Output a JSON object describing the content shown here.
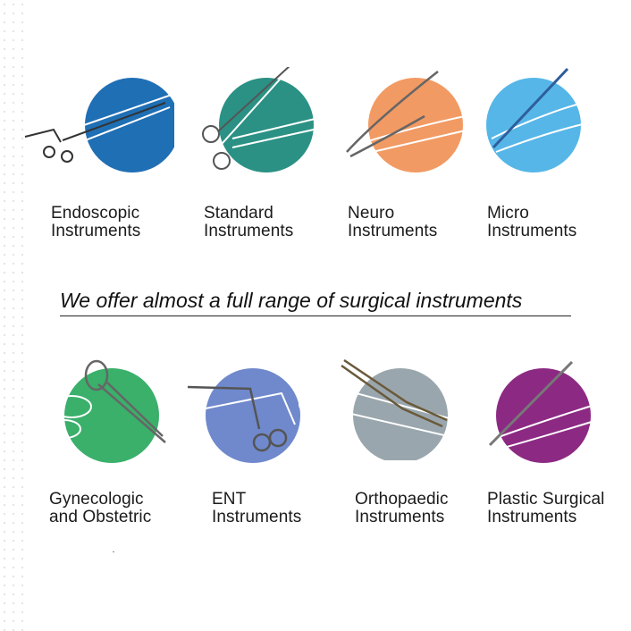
{
  "tagline": "We offer almost a full range of surgical instruments",
  "categories": [
    {
      "line1": "Endoscopic",
      "line2": "Instruments",
      "color": "#1f6fb5"
    },
    {
      "line1": "Standard",
      "line2": "Instruments",
      "color": "#2a9184"
    },
    {
      "line1": "Neuro",
      "line2": "Instruments",
      "color": "#f29a63"
    },
    {
      "line1": "Micro",
      "line2": "Instruments",
      "color": "#56b6e8"
    },
    {
      "line1": "Gynecologic",
      "line2": "and Obstetric",
      "color": "#3ab06b"
    },
    {
      "line1": "ENT",
      "line2": "Instruments",
      "color": "#6f89cc"
    },
    {
      "line1": "Orthopaedic",
      "line2": "Instruments",
      "color": "#9aa6ad"
    },
    {
      "line1": "Plastic Surgical",
      "line2": "Instruments",
      "color": "#8c2a83"
    }
  ]
}
